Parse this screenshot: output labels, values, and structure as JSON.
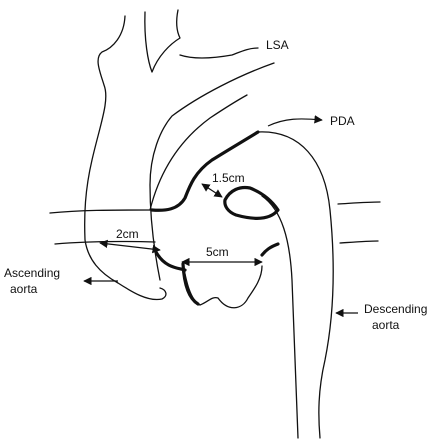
{
  "labels": {
    "lsa": "LSA",
    "pda": "PDA",
    "dim_1_5": "1.5cm",
    "dim_2": "2cm",
    "dim_5": "5cm",
    "ascending_line1": "Ascending",
    "ascending_line2": "aorta",
    "descending_line1": "Descending",
    "descending_line2": "aorta"
  }
}
